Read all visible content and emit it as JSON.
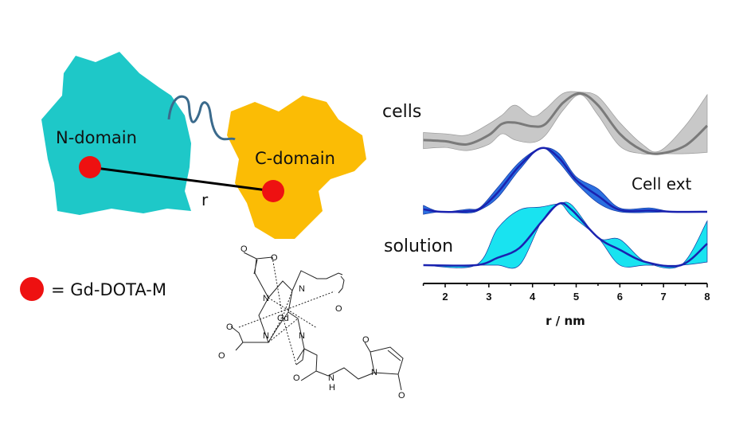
{
  "colors": {
    "n_domain": "#1ec8c8",
    "c_domain": "#fbbc05",
    "linker": "#3a6a8c",
    "spin_label": "#ee1111",
    "cells_band": "#c8c8c8",
    "cells_line": "#7a7a7a",
    "cellext_band": "#2b6fe0",
    "solution_band": "#19e3f0",
    "mean_line": "#1a22b0"
  },
  "diagram": {
    "n_domain_label": "N-domain",
    "c_domain_label": "C-domain",
    "distance_label": "r",
    "legend_label": "= Gd-DOTA-M"
  },
  "molecule": {
    "atoms": {
      "N": "N",
      "O": "O",
      "Gd": "Gd",
      "H": "H"
    }
  },
  "chart_data": {
    "type": "area",
    "xlabel": "r / nm",
    "xlim": [
      1.5,
      8
    ],
    "xticks": [
      2,
      3,
      4,
      5,
      6,
      7,
      8
    ],
    "ylabel": "",
    "series": [
      {
        "name": "cells",
        "r": [
          1.5,
          2,
          2.5,
          3,
          3.3,
          3.6,
          4,
          4.3,
          4.7,
          5.1,
          5.5,
          6,
          6.5,
          6.9,
          7.5,
          8
        ],
        "mean": [
          0.22,
          0.2,
          0.15,
          0.3,
          0.48,
          0.5,
          0.44,
          0.48,
          0.82,
          0.97,
          0.78,
          0.32,
          0.06,
          0.0,
          0.13,
          0.45
        ],
        "upper": [
          0.34,
          0.32,
          0.3,
          0.48,
          0.62,
          0.78,
          0.6,
          0.72,
          0.97,
          0.99,
          0.92,
          0.5,
          0.16,
          0.04,
          0.45,
          0.95
        ],
        "lower": [
          0.08,
          0.1,
          0.05,
          0.15,
          0.32,
          0.22,
          0.18,
          0.3,
          0.7,
          0.95,
          0.62,
          0.12,
          0.0,
          0.0,
          0.0,
          0.02
        ]
      },
      {
        "name": "Cell ext",
        "r": [
          1.5,
          1.9,
          2.5,
          2.8,
          3.2,
          3.7,
          4.2,
          4.6,
          5,
          5.5,
          6,
          6.7,
          7.2,
          8
        ],
        "mean": [
          0.04,
          0,
          0.01,
          0.05,
          0.3,
          0.72,
          1,
          0.85,
          0.5,
          0.25,
          0.03,
          0.02,
          0.0,
          0
        ],
        "upper": [
          0.1,
          0,
          0.04,
          0.07,
          0.38,
          0.78,
          1,
          0.92,
          0.55,
          0.36,
          0.06,
          0.06,
          0.0,
          0
        ],
        "lower": [
          -0.04,
          0,
          -0.02,
          0.03,
          0.22,
          0.66,
          1,
          0.78,
          0.45,
          0.14,
          0.0,
          -0.01,
          0.0,
          0
        ]
      },
      {
        "name": "solution",
        "r": [
          1.5,
          2.7,
          3.2,
          3.7,
          4.2,
          4.6,
          4.9,
          5.5,
          6,
          6.6,
          7.4,
          8
        ],
        "mean": [
          0,
          0,
          0.12,
          0.28,
          0.7,
          1,
          0.9,
          0.45,
          0.25,
          0.05,
          0,
          0.35
        ],
        "upper": [
          0,
          0,
          0.6,
          0.9,
          0.95,
          1,
          0.98,
          0.45,
          0.42,
          0.05,
          0,
          0.72
        ],
        "lower": [
          0,
          0,
          0,
          0,
          0.7,
          1,
          0.8,
          0.45,
          0.0,
          0.0,
          0,
          0.05
        ]
      }
    ]
  }
}
